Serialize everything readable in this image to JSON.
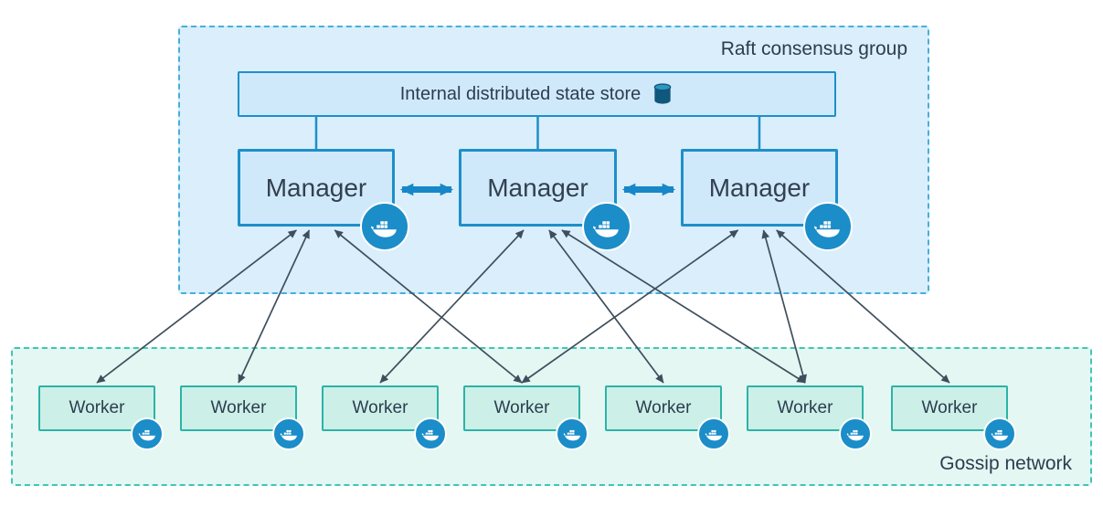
{
  "diagram": {
    "raft_group": {
      "label": "Raft consensus group"
    },
    "gossip_group": {
      "label": "Gossip network"
    },
    "state_store": {
      "label": "Internal distributed state store",
      "icon": "database-cylinder-icon"
    },
    "managers": [
      {
        "id": "manager-1",
        "label": "Manager",
        "icon": "docker-whale-icon"
      },
      {
        "id": "manager-2",
        "label": "Manager",
        "icon": "docker-whale-icon"
      },
      {
        "id": "manager-3",
        "label": "Manager",
        "icon": "docker-whale-icon"
      }
    ],
    "workers": [
      {
        "id": "worker-1",
        "label": "Worker",
        "icon": "docker-whale-icon"
      },
      {
        "id": "worker-2",
        "label": "Worker",
        "icon": "docker-whale-icon"
      },
      {
        "id": "worker-3",
        "label": "Worker",
        "icon": "docker-whale-icon"
      },
      {
        "id": "worker-4",
        "label": "Worker",
        "icon": "docker-whale-icon"
      },
      {
        "id": "worker-5",
        "label": "Worker",
        "icon": "docker-whale-icon"
      },
      {
        "id": "worker-6",
        "label": "Worker",
        "icon": "docker-whale-icon"
      },
      {
        "id": "worker-7",
        "label": "Worker",
        "icon": "docker-whale-icon"
      }
    ],
    "store_links": [
      "manager-1",
      "manager-2",
      "manager-3"
    ],
    "manager_links": [
      [
        "manager-1",
        "manager-2"
      ],
      [
        "manager-2",
        "manager-3"
      ]
    ],
    "worker_manager_edges": [
      [
        "worker-1",
        "manager-1"
      ],
      [
        "worker-2",
        "manager-1"
      ],
      [
        "worker-3",
        "manager-2"
      ],
      [
        "worker-4",
        "manager-1"
      ],
      [
        "worker-4",
        "manager-3"
      ],
      [
        "worker-5",
        "manager-2"
      ],
      [
        "worker-6",
        "manager-2"
      ],
      [
        "worker-6",
        "manager-3"
      ],
      [
        "worker-7",
        "manager-3"
      ]
    ],
    "colors": {
      "docker_blue": "#1b8dc9",
      "box_border_blue": "#1e8fca",
      "box_fill_blue": "#cfe9fb",
      "raft_fill": "#daeefb",
      "raft_border": "#45b0d9",
      "gossip_fill": "#e4f7f2",
      "gossip_border": "#3fc6b7",
      "worker_fill": "#ccf0e8",
      "worker_border": "#2cb3a8",
      "edge_color": "#3f4e5c",
      "thick_arrow": "#1787c8",
      "text_color": "#2d3c4e"
    }
  }
}
